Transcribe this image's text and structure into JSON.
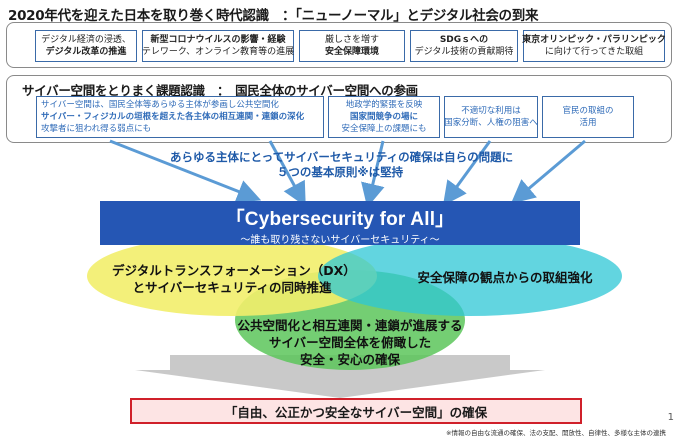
{
  "header": {
    "title": "2020年代を迎えた日本を取り巻く時代認識　：「ニューノーマル」とデジタル社会の到来"
  },
  "context_boxes": [
    {
      "lines": [
        {
          "t": "デジタル経済の浸透、",
          "b": false
        },
        {
          "t": "デジタル改革の推進",
          "b": true
        }
      ]
    },
    {
      "lines": [
        {
          "t": "新型コロナウイルスの影響・経験",
          "b": true
        },
        {
          "t": "テレワーク、オンライン教育等の進展",
          "b": false
        }
      ]
    },
    {
      "lines": [
        {
          "t": "厳しさを増す",
          "b": false
        },
        {
          "t": "安全保障環境",
          "b": true
        }
      ]
    },
    {
      "lines": [
        {
          "t": "SDGｓへの",
          "b": true
        },
        {
          "t": "デジタル技術の貢献期待",
          "b": false
        }
      ]
    },
    {
      "lines": [
        {
          "t": "東京オリンピック・パラリンピック",
          "b": true
        },
        {
          "t": "に向けて行ってきた取組",
          "b": false
        }
      ]
    }
  ],
  "issues": {
    "title": "サイバー空間をとりまく課題認識　：　国民全体のサイバー空間への参画",
    "boxes": [
      {
        "lines": [
          {
            "t": "サイバー空間は、国民全体等あらゆる主体が参画し公共空間化",
            "b": false
          },
          {
            "t": "サイバー・フィジカルの垣根を超えた各主体の相互連関・連鎖の深化",
            "b": true
          },
          {
            "t": "攻撃者に狙われ得る弱点にも",
            "b": false
          }
        ]
      },
      {
        "lines": [
          {
            "t": "地政学的緊張を反映",
            "b": false
          },
          {
            "t": "国家間競争の場に",
            "b": true
          },
          {
            "t": "安全保障上の課題にも",
            "b": false
          }
        ]
      },
      {
        "lines": [
          {
            "t": "不適切な利用は",
            "b": false
          },
          {
            "t": "国家分断、人権の阻害へ",
            "b": false
          }
        ]
      },
      {
        "lines": [
          {
            "t": "官民の取組の",
            "b": false
          },
          {
            "t": "活用",
            "b": false
          }
        ]
      }
    ]
  },
  "principle": {
    "line1": "あらゆる主体にとってサイバーセキュリティの確保は自らの問題に",
    "line2": "５つの基本原則※は堅持"
  },
  "banner": {
    "title": "「Cybersecurity for All」",
    "subtitle": "～誰も取り残さないサイバーセキュリティ～"
  },
  "pillars": {
    "dx_line1": "デジタルトランスフォーメーション（DX）",
    "dx_line2": "とサイバーセキュリティの同時推進",
    "security": "安全保障の観点からの取組強化",
    "public_line1": "公共空間化と相互連関・連鎖が進展する",
    "public_line2": "サイバー空間全体を俯瞰した",
    "public_line3": "安全・安心の確保"
  },
  "goal": "「自由、公正かつ安全なサイバー空間」の確保",
  "footnote": "※情報の自由な流通の確保、法の支配、開放性、自律性、多様な主体の連携",
  "page_number": "1",
  "colors": {
    "banner_blue": "#2556b4",
    "arrow_blue": "#5b9bd5",
    "ellipse_yellow": "#f2ee6b",
    "ellipse_cyan": "#2ec7d6",
    "ellipse_green": "#5cc65a",
    "goal_border": "#d0202a",
    "goal_fill": "#fde4e4"
  }
}
